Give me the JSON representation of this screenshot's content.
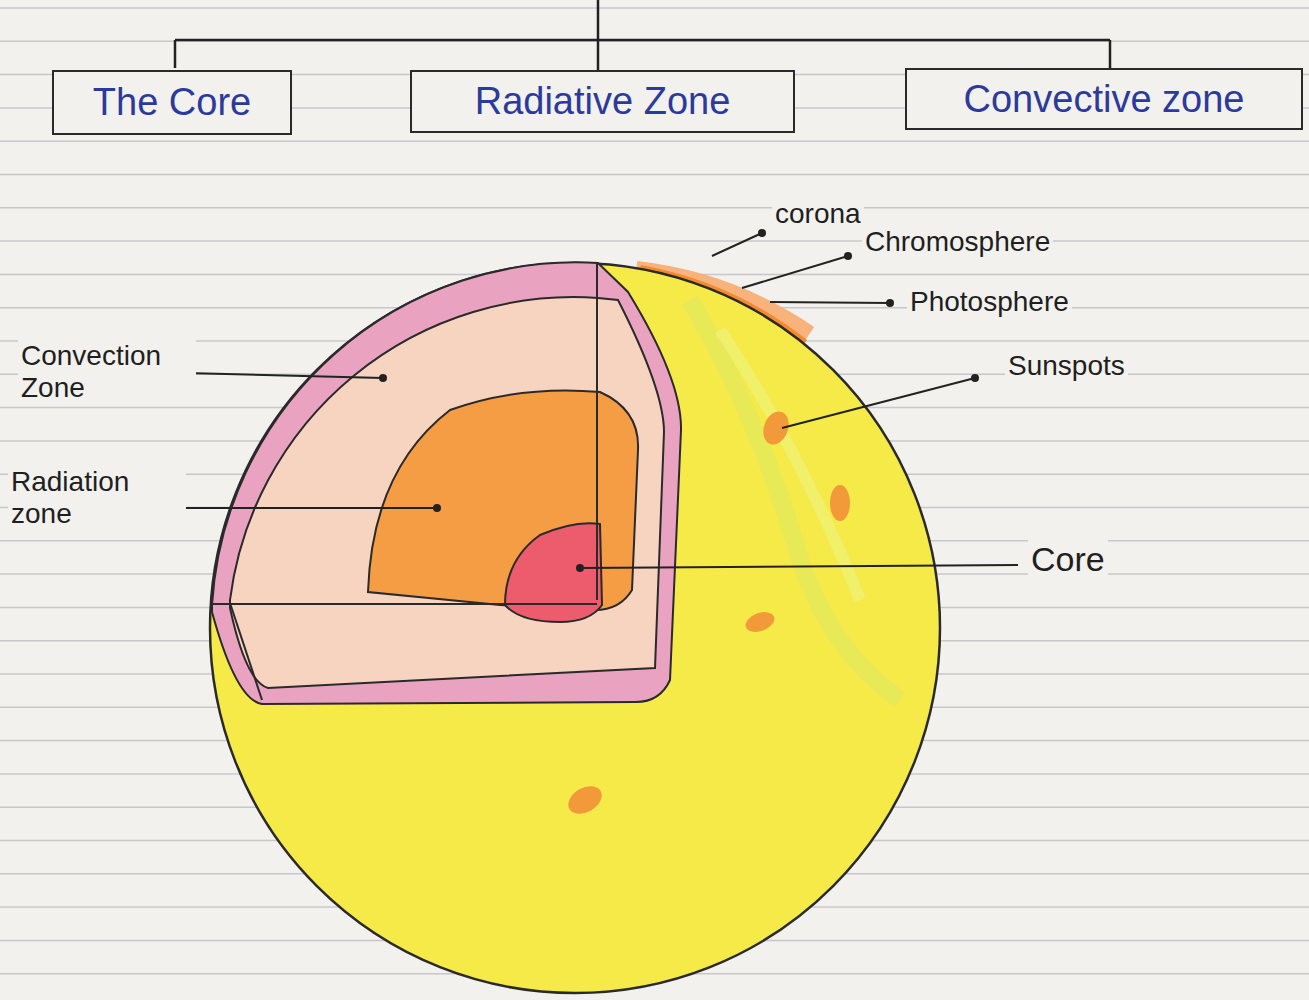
{
  "diagram": {
    "nodes": [
      {
        "text": [
          "The Core"
        ]
      },
      {
        "text": [
          "Radiative Zone"
        ]
      },
      {
        "text": [
          "Convective zone"
        ]
      }
    ],
    "labels": [
      "corona",
      "Chromosphere",
      "Photosphere",
      "Sunspots",
      "Convection Zone",
      "Radiation zone",
      "Core"
    ]
  }
}
